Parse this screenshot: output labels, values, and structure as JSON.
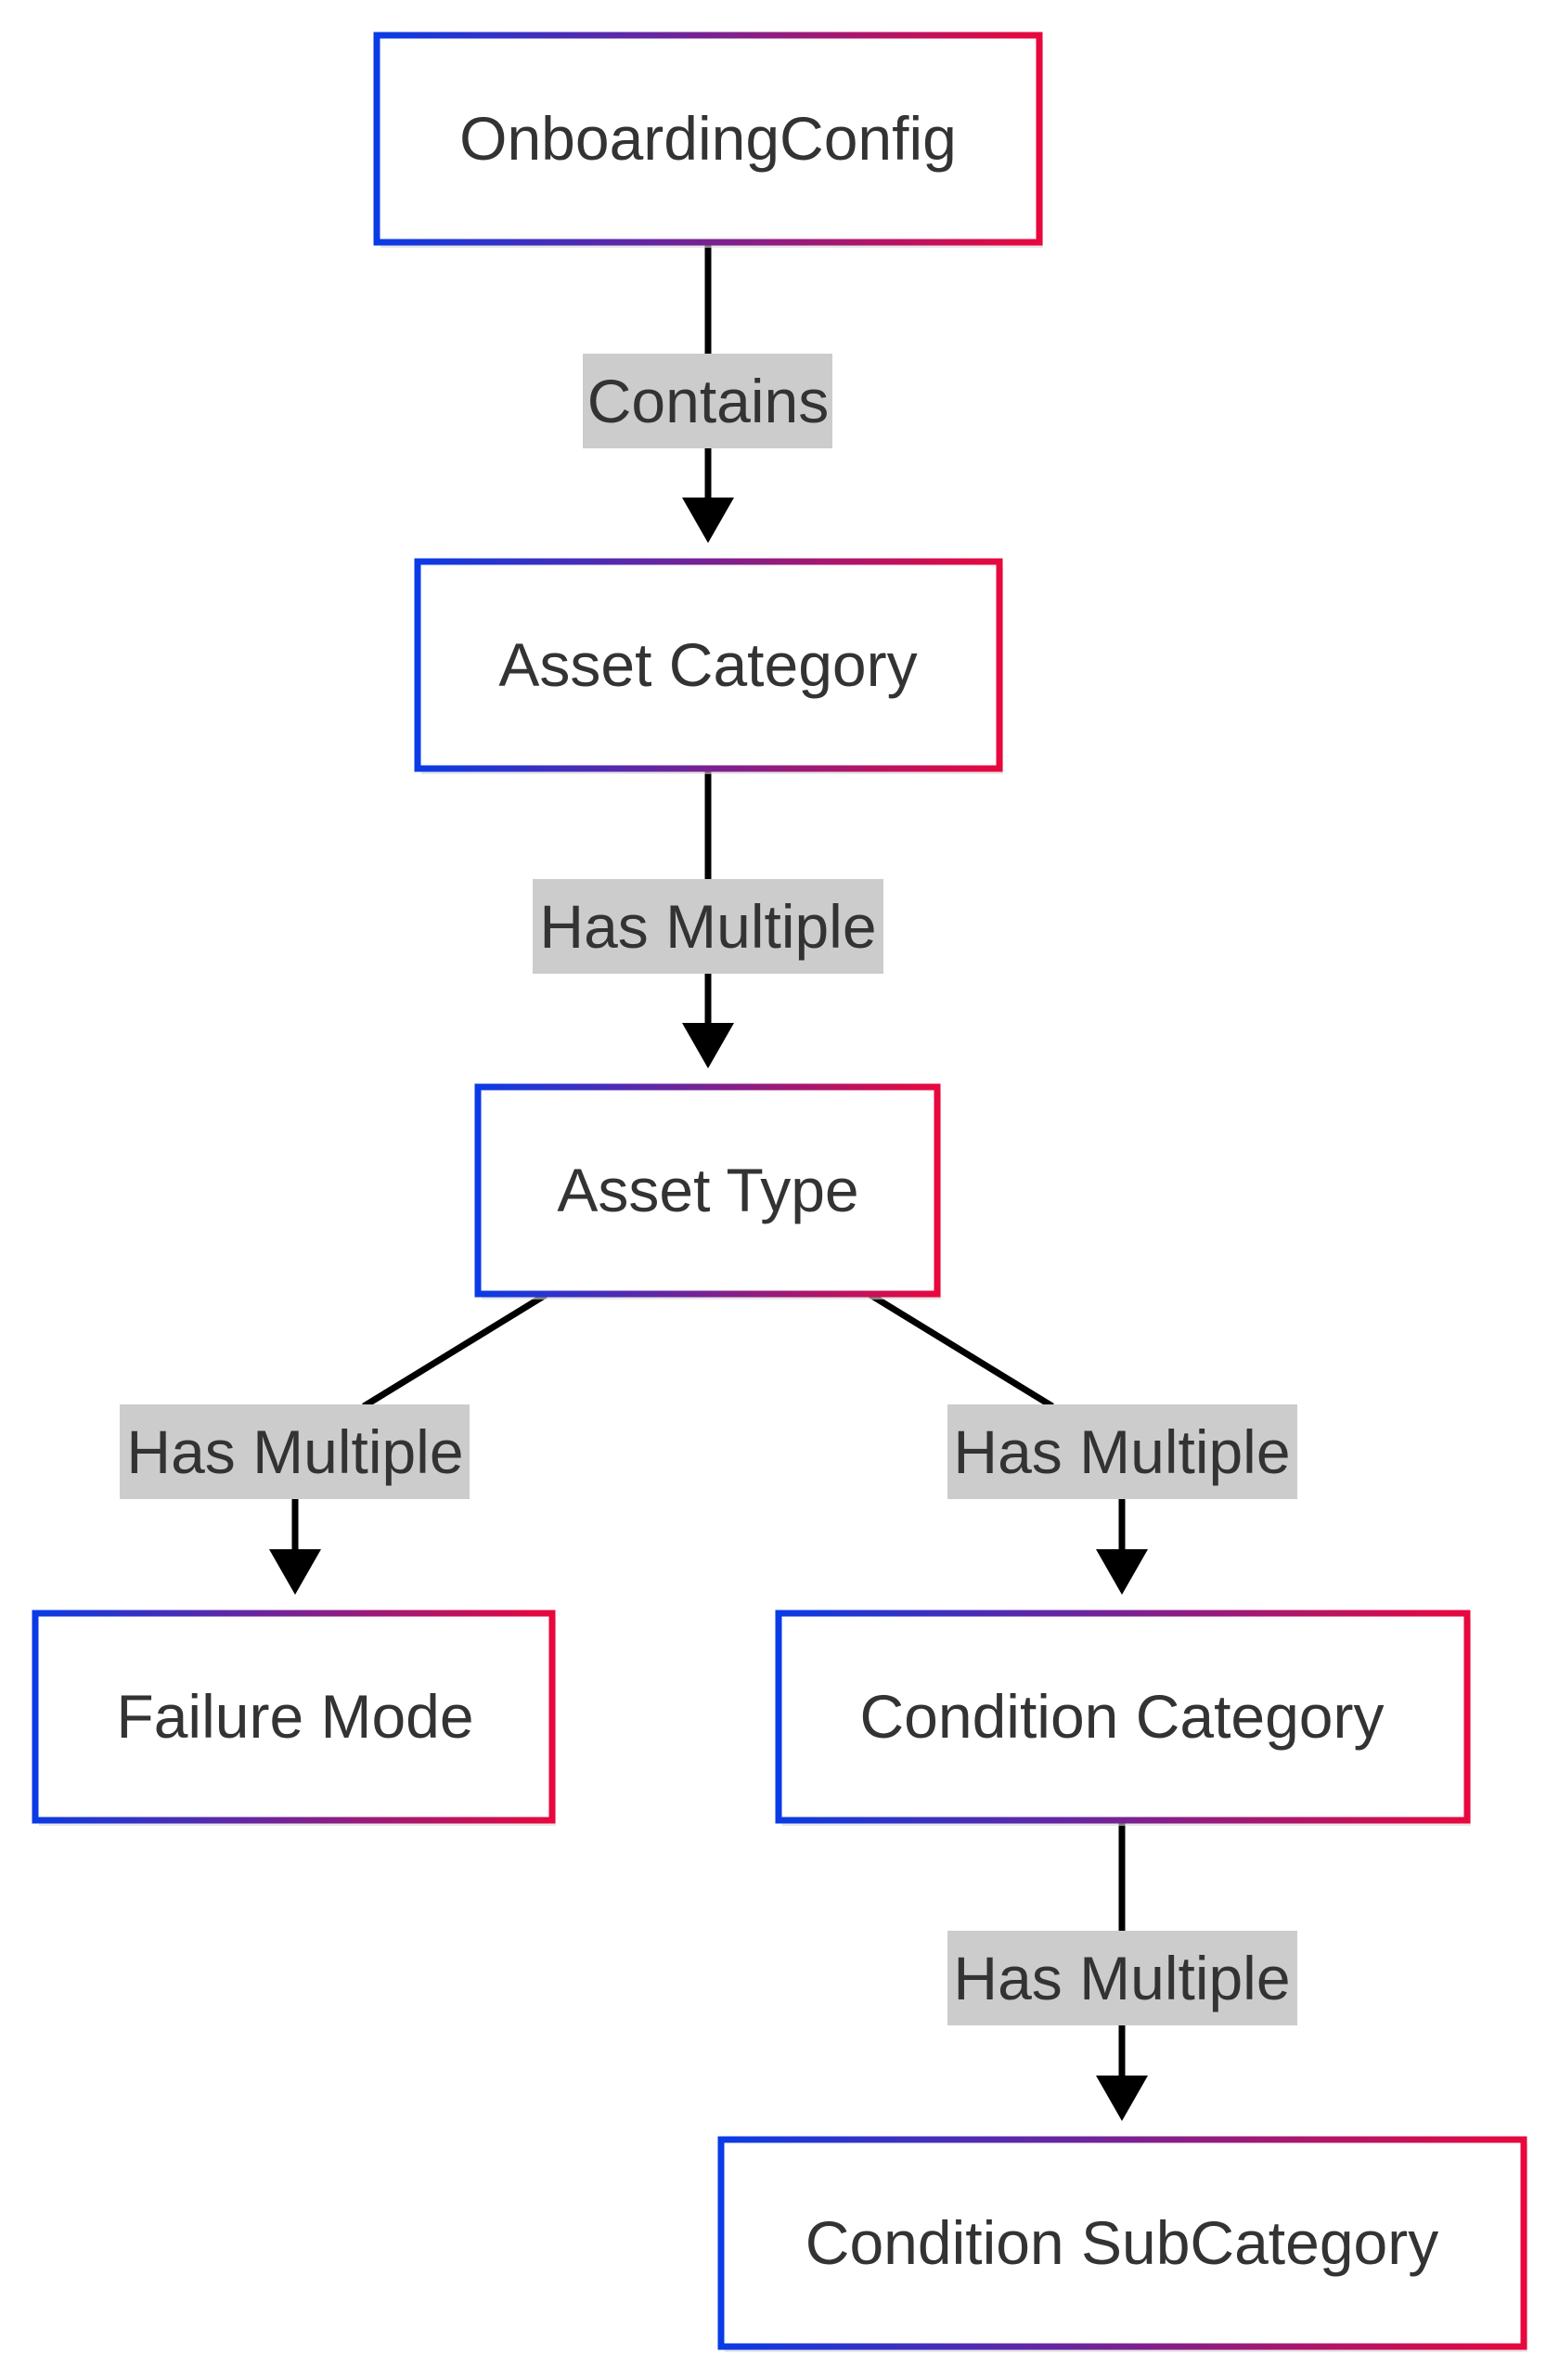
{
  "nodes": {
    "onboarding_config": "OnboardingConfig",
    "asset_category": "Asset Category",
    "asset_type": "Asset Type",
    "failure_mode": "Failure Mode",
    "condition_category": "Condition Category",
    "condition_subcategory": "Condition SubCategory"
  },
  "edges": {
    "contains": "Contains",
    "category_to_type": "Has Multiple",
    "type_to_failure": "Has Multiple",
    "type_to_condition": "Has Multiple",
    "condition_to_sub": "Has Multiple"
  },
  "colors": {
    "gradient_start": "#0a3be6",
    "gradient_end": "#e8083e",
    "label_background": "#cccccc",
    "text": "#333333",
    "edge": "#000000"
  }
}
